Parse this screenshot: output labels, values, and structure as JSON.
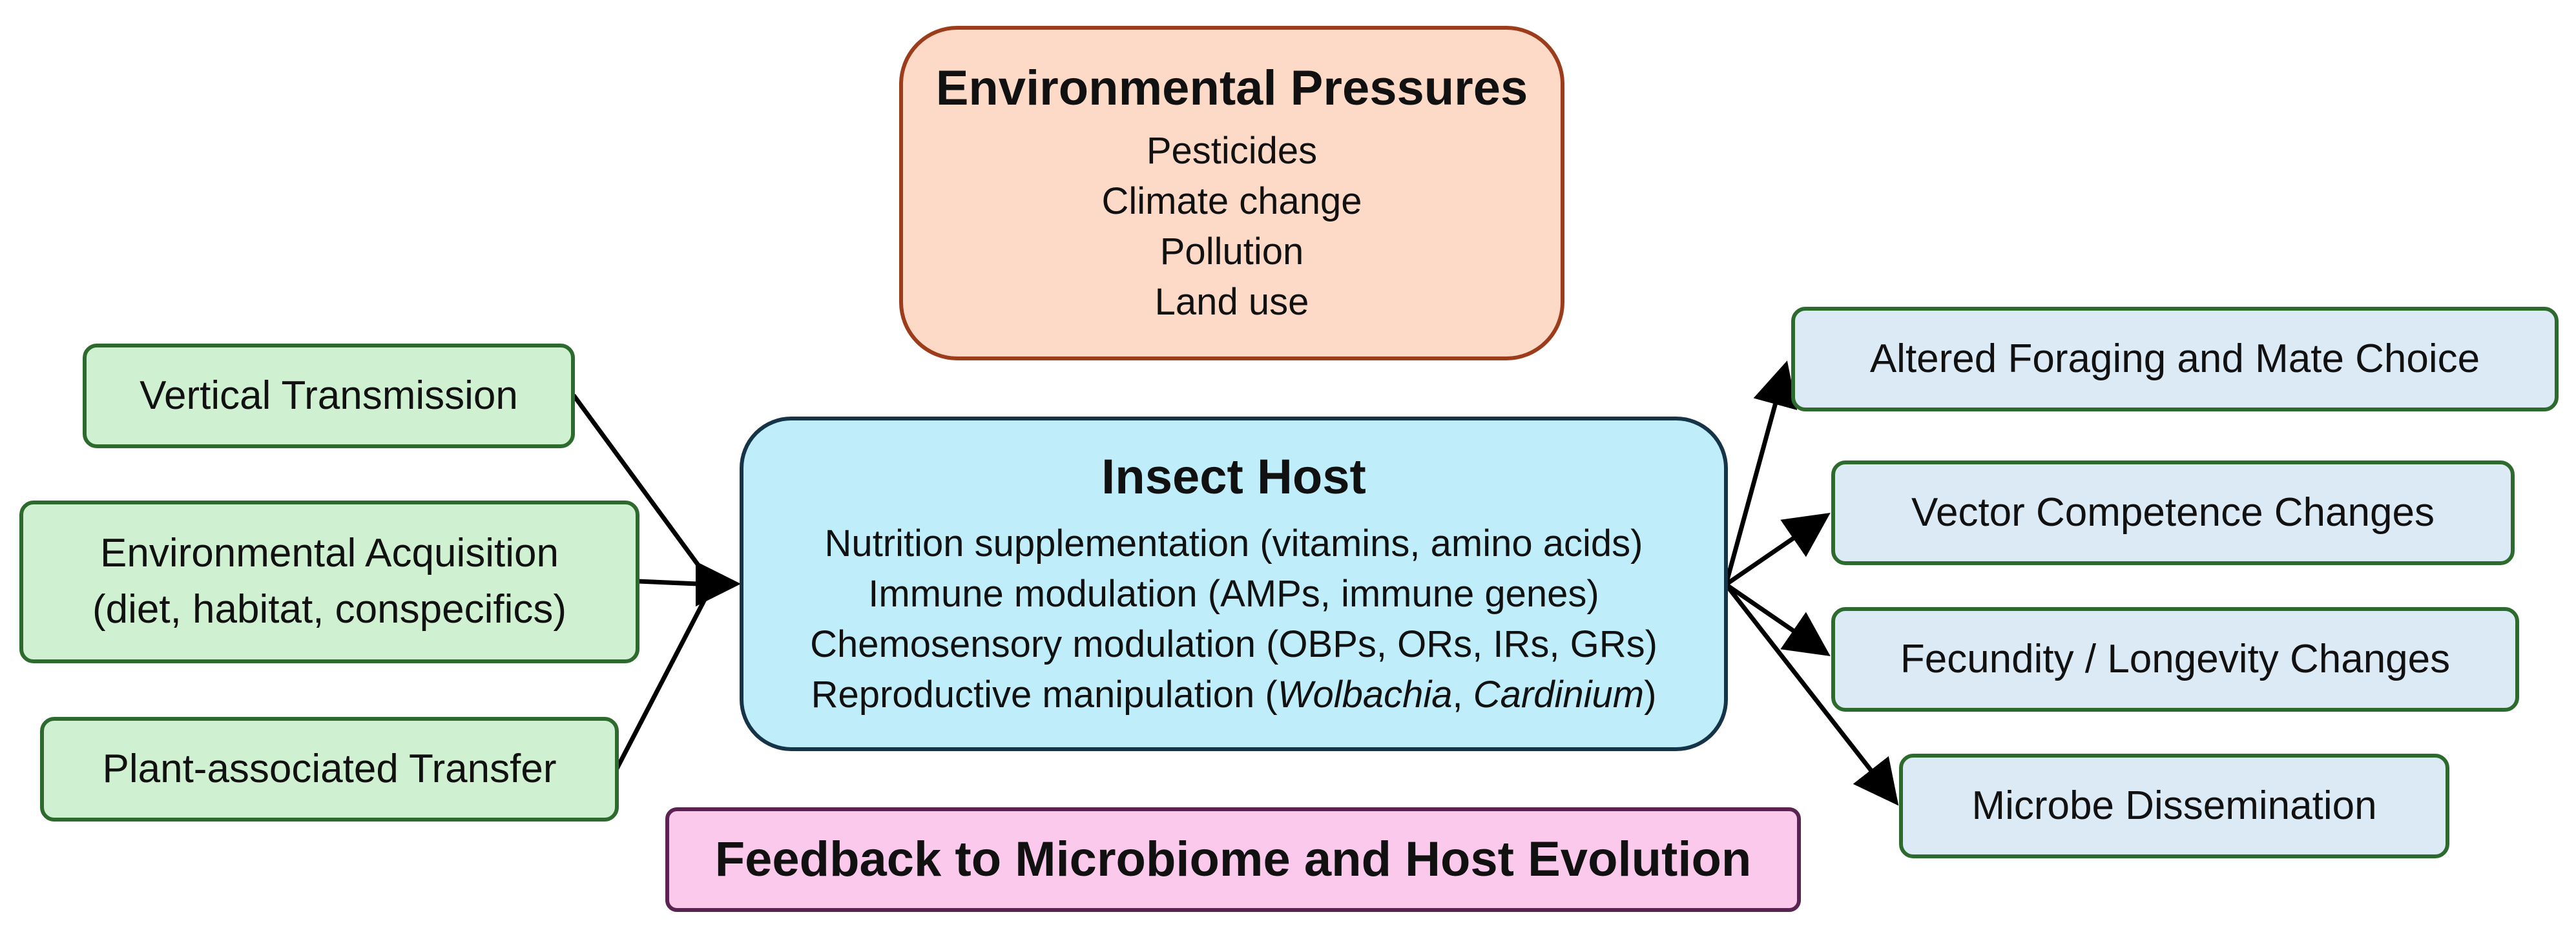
{
  "environmental_pressures": {
    "title": "Environmental Pressures",
    "items": [
      "Pesticides",
      "Climate change",
      "Pollution",
      "Land use"
    ]
  },
  "sources": [
    {
      "lines": [
        "Vertical Transmission"
      ]
    },
    {
      "lines": [
        "Environmental Acquisition",
        "(diet, habitat, conspecifics)"
      ]
    },
    {
      "lines": [
        "Plant-associated Transfer"
      ]
    }
  ],
  "insect_host": {
    "title": "Insect Host",
    "items": [
      "Nutrition supplementation (vitamins, amino acids)",
      "Immune modulation (AMPs, immune genes)",
      "Chemosensory modulation (OBPs, ORs, IRs, GRs)"
    ],
    "reproductive": {
      "prefix": "Reproductive manipulation (",
      "genus1": "Wolbachia",
      "separator": ", ",
      "genus2": "Cardinium",
      "suffix": ")"
    }
  },
  "outcomes": [
    {
      "label": "Altered Foraging and Mate Choice"
    },
    {
      "label": "Vector Competence Changes"
    },
    {
      "label": "Fecundity / Longevity Changes"
    },
    {
      "label": "Microbe Dissemination"
    }
  ],
  "feedback": {
    "title": "Feedback to Microbiome and Host Evolution"
  },
  "colors": {
    "source_fill": "#d0f1d1",
    "source_border": "#2d6a2d",
    "outcome_fill": "#dceaf6",
    "environment_fill": "#fddac8",
    "environment_border": "#9d3c1a",
    "host_fill": "#bfeefa",
    "host_border": "#163447",
    "feedback_fill": "#fbc9ec",
    "feedback_border": "#5a2352",
    "arrow": "#000000"
  }
}
